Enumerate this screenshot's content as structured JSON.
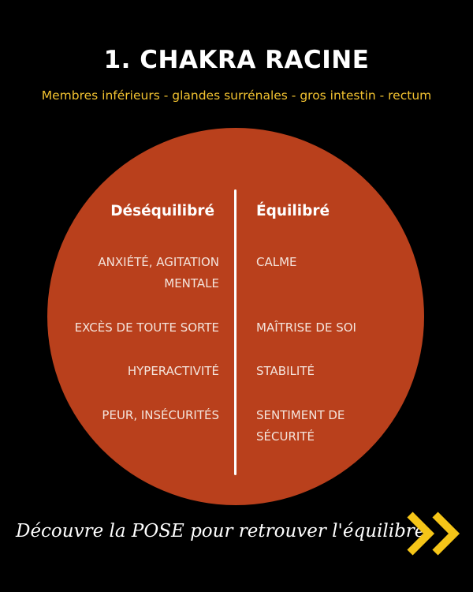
{
  "header": {
    "title": "1. CHAKRA RACINE",
    "subtitle": "Membres inférieurs - glandes surrénales - gros intestin - rectum"
  },
  "table": {
    "left_heading": "Déséquilibré",
    "right_heading": "Équilibré",
    "rows": [
      {
        "left": "ANXIÉTÉ, AGITATION MENTALE",
        "right": "CALME"
      },
      {
        "left": "EXCÈS DE TOUTE SORTE",
        "right": "MAÎTRISE DE SOI"
      },
      {
        "left": "HYPERACTIVITÉ",
        "right": "STABILITÉ"
      },
      {
        "left": "PEUR, INSÉCURITÉS",
        "right": "SENTIMENT DE SÉCURITÉ"
      }
    ]
  },
  "cta": {
    "text": "Découvre la POSE pour retrouver l'équilibre",
    "icon": "double-chevron-right-icon"
  },
  "colors": {
    "background": "#000000",
    "circle": "#b9401c",
    "subtitle": "#f2c230",
    "chevron": "#f5c518"
  }
}
